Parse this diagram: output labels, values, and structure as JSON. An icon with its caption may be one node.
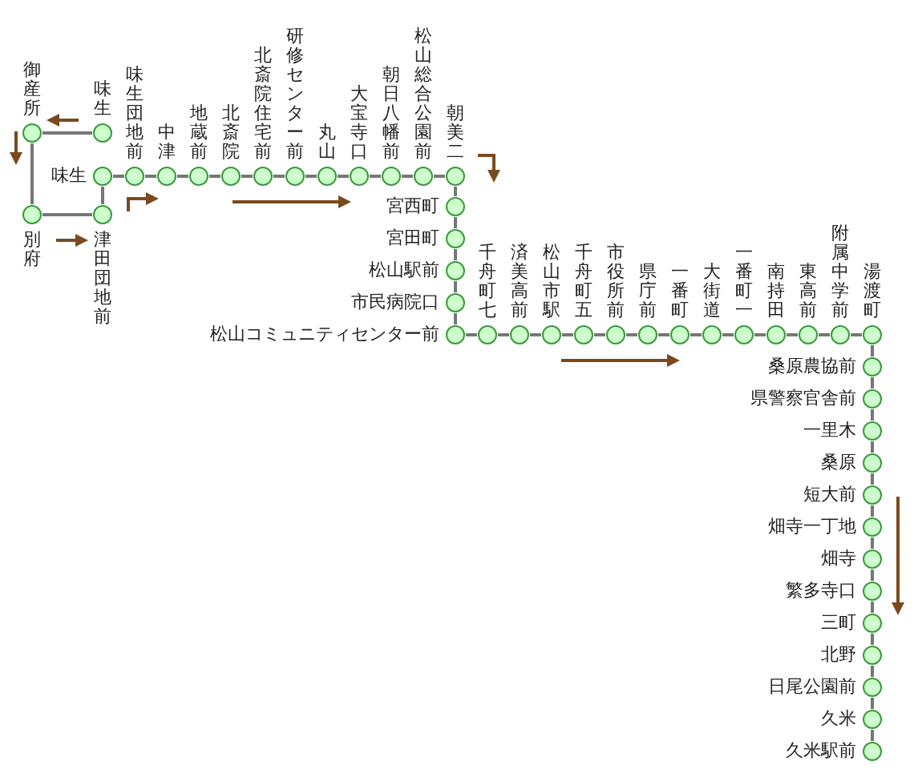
{
  "diagram": {
    "nodes": [
      {
        "text": [],
        "shape": "circle",
        "beside": [
          "御産所"
        ]
      },
      {
        "text": [],
        "shape": "circle",
        "beside": [
          "味生"
        ]
      },
      {
        "text": [],
        "shape": "circle",
        "beside": [
          "味生"
        ]
      },
      {
        "text": [],
        "shape": "circle",
        "beside": [
          "別府"
        ]
      },
      {
        "text": [],
        "shape": "circle",
        "beside": [
          "津田団地前"
        ]
      },
      {
        "text": [],
        "shape": "circle",
        "beside": [
          "味生団地前"
        ]
      },
      {
        "text": [],
        "shape": "circle",
        "beside": [
          "中津"
        ]
      },
      {
        "text": [],
        "shape": "circle",
        "beside": [
          "地蔵前"
        ]
      },
      {
        "text": [],
        "shape": "circle",
        "beside": [
          "北斎院"
        ]
      },
      {
        "text": [],
        "shape": "circle",
        "beside": [
          "北斎院住宅前"
        ]
      },
      {
        "text": [],
        "shape": "circle",
        "beside": [
          "研修センター前"
        ]
      },
      {
        "text": [],
        "shape": "circle",
        "beside": [
          "丸山"
        ]
      },
      {
        "text": [],
        "shape": "circle",
        "beside": [
          "大宝寺口"
        ]
      },
      {
        "text": [],
        "shape": "circle",
        "beside": [
          "朝日八幡前"
        ]
      },
      {
        "text": [],
        "shape": "circle",
        "beside": [
          "松山総合公園前"
        ]
      },
      {
        "text": [],
        "shape": "circle",
        "beside": [
          "朝美二"
        ]
      },
      {
        "text": [],
        "shape": "circle",
        "beside": [
          "宮西町"
        ]
      },
      {
        "text": [],
        "shape": "circle",
        "beside": [
          "宮田町"
        ]
      },
      {
        "text": [],
        "shape": "circle",
        "beside": [
          "松山駅前"
        ]
      },
      {
        "text": [],
        "shape": "circle",
        "beside": [
          "市民病院口"
        ]
      },
      {
        "text": [],
        "shape": "circle",
        "beside": [
          "松山コミュニティセンター前"
        ]
      },
      {
        "text": [],
        "shape": "circle",
        "beside": [
          "千舟町七"
        ]
      },
      {
        "text": [],
        "shape": "circle",
        "beside": [
          "済美高前"
        ]
      },
      {
        "text": [],
        "shape": "circle",
        "beside": [
          "松山市駅"
        ]
      },
      {
        "text": [],
        "shape": "circle",
        "beside": [
          "千舟町五"
        ]
      },
      {
        "text": [],
        "shape": "circle",
        "beside": [
          "市役所前"
        ]
      },
      {
        "text": [],
        "shape": "circle",
        "beside": [
          "県庁前"
        ]
      },
      {
        "text": [],
        "shape": "circle",
        "beside": [
          "一番町"
        ]
      },
      {
        "text": [],
        "shape": "circle",
        "beside": [
          "大街道"
        ]
      },
      {
        "text": [],
        "shape": "circle",
        "beside": [
          "一番町一"
        ]
      },
      {
        "text": [],
        "shape": "circle",
        "beside": [
          "南持田"
        ]
      },
      {
        "text": [],
        "shape": "circle",
        "beside": [
          "東高前"
        ]
      },
      {
        "text": [],
        "shape": "circle",
        "beside": [
          "附属中学前"
        ]
      },
      {
        "text": [],
        "shape": "circle",
        "beside": [
          "湯渡町"
        ]
      },
      {
        "text": [],
        "shape": "circle",
        "beside": [
          "桑原農協前"
        ]
      },
      {
        "text": [],
        "shape": "circle",
        "beside": [
          "県警察官舎前"
        ]
      },
      {
        "text": [],
        "shape": "circle",
        "beside": [
          "一里木"
        ]
      },
      {
        "text": [],
        "shape": "circle",
        "beside": [
          "桑原"
        ]
      },
      {
        "text": [],
        "shape": "circle",
        "beside": [
          "短大前"
        ]
      },
      {
        "text": [],
        "shape": "circle",
        "beside": [
          "畑寺一丁地"
        ]
      },
      {
        "text": [],
        "shape": "circle",
        "beside": [
          "畑寺"
        ]
      },
      {
        "text": [],
        "shape": "circle",
        "beside": [
          "繁多寺口"
        ]
      },
      {
        "text": [],
        "shape": "circle",
        "beside": [
          "三町"
        ]
      },
      {
        "text": [],
        "shape": "circle",
        "beside": [
          "北野"
        ]
      },
      {
        "text": [],
        "shape": "circle",
        "beside": [
          "日尾公園前"
        ]
      },
      {
        "text": [],
        "shape": "circle",
        "beside": [
          "久米"
        ]
      },
      {
        "text": [],
        "shape": "circle",
        "beside": [
          "久米駅前"
        ]
      }
    ],
    "edges": [
      {
        "from": 0,
        "to": 1,
        "arrow": "none"
      },
      {
        "from": 0,
        "to": 3,
        "arrow": "none"
      },
      {
        "from": 3,
        "to": 4,
        "arrow": "none"
      },
      {
        "from": 4,
        "to": 2,
        "arrow": "none"
      },
      {
        "from": 2,
        "to": 5,
        "arrow": "none"
      },
      {
        "from": 5,
        "to": 6,
        "arrow": "none"
      },
      {
        "from": 6,
        "to": 7,
        "arrow": "none"
      },
      {
        "from": 7,
        "to": 8,
        "arrow": "none"
      },
      {
        "from": 8,
        "to": 9,
        "arrow": "none"
      },
      {
        "from": 9,
        "to": 10,
        "arrow": "none"
      },
      {
        "from": 10,
        "to": 11,
        "arrow": "none"
      },
      {
        "from": 11,
        "to": 12,
        "arrow": "none"
      },
      {
        "from": 12,
        "to": 13,
        "arrow": "none"
      },
      {
        "from": 13,
        "to": 14,
        "arrow": "none"
      },
      {
        "from": 14,
        "to": 15,
        "arrow": "none"
      },
      {
        "from": 15,
        "to": 16,
        "arrow": "none"
      },
      {
        "from": 16,
        "to": 17,
        "arrow": "none"
      },
      {
        "from": 17,
        "to": 18,
        "arrow": "none"
      },
      {
        "from": 18,
        "to": 19,
        "arrow": "none"
      },
      {
        "from": 19,
        "to": 20,
        "arrow": "none"
      },
      {
        "from": 20,
        "to": 21,
        "arrow": "none"
      },
      {
        "from": 21,
        "to": 22,
        "arrow": "none"
      },
      {
        "from": 22,
        "to": 23,
        "arrow": "none"
      },
      {
        "from": 23,
        "to": 24,
        "arrow": "none"
      },
      {
        "from": 24,
        "to": 25,
        "arrow": "none"
      },
      {
        "from": 25,
        "to": 26,
        "arrow": "none"
      },
      {
        "from": 26,
        "to": 27,
        "arrow": "none"
      },
      {
        "from": 27,
        "to": 28,
        "arrow": "none"
      },
      {
        "from": 28,
        "to": 29,
        "arrow": "none"
      },
      {
        "from": 29,
        "to": 30,
        "arrow": "none"
      },
      {
        "from": 30,
        "to": 31,
        "arrow": "none"
      },
      {
        "from": 31,
        "to": 32,
        "arrow": "none"
      },
      {
        "from": 32,
        "to": 33,
        "arrow": "none"
      },
      {
        "from": 33,
        "to": 34,
        "arrow": "none"
      },
      {
        "from": 34,
        "to": 35,
        "arrow": "none"
      },
      {
        "from": 35,
        "to": 36,
        "arrow": "none"
      },
      {
        "from": 36,
        "to": 37,
        "arrow": "none"
      },
      {
        "from": 37,
        "to": 38,
        "arrow": "none"
      },
      {
        "from": 38,
        "to": 39,
        "arrow": "none"
      },
      {
        "from": 39,
        "to": 40,
        "arrow": "none"
      },
      {
        "from": 40,
        "to": 41,
        "arrow": "none"
      },
      {
        "from": 41,
        "to": 42,
        "arrow": "none"
      },
      {
        "from": 42,
        "to": 43,
        "arrow": "none"
      },
      {
        "from": 43,
        "to": 44,
        "arrow": "none"
      },
      {
        "from": 44,
        "to": 45,
        "arrow": "none"
      },
      {
        "from": 45,
        "to": 46,
        "arrow": "none"
      }
    ]
  }
}
